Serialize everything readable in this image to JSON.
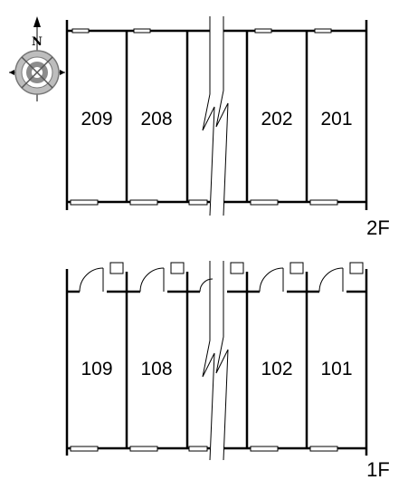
{
  "compass": {
    "north_label": "N",
    "icon": "compass-icon"
  },
  "floors": [
    {
      "id": "2f",
      "label": "2F",
      "rooms": [
        "209",
        "208",
        "202",
        "201"
      ]
    },
    {
      "id": "1f",
      "label": "1F",
      "rooms": [
        "109",
        "108",
        "102",
        "101"
      ]
    }
  ]
}
